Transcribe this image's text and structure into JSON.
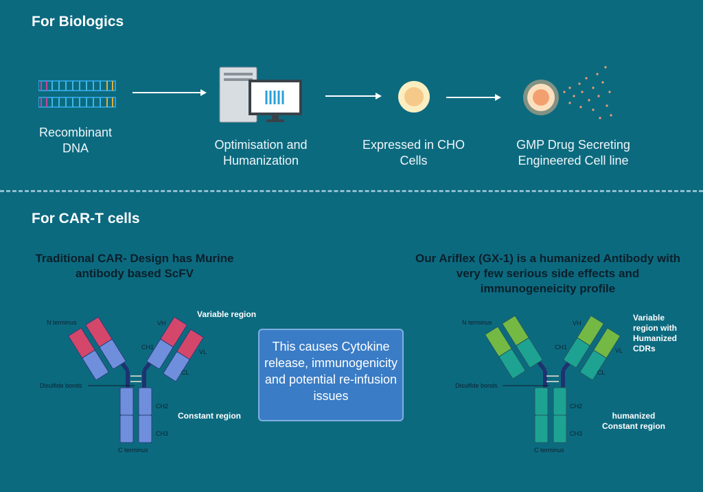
{
  "biologics": {
    "title": "For Biologics",
    "steps": [
      {
        "label": "Recombinant DNA"
      },
      {
        "label": "Optimisation and Humanization"
      },
      {
        "label": "Expressed in CHO Cells"
      },
      {
        "label": "GMP Drug Secreting Engineered Cell line"
      }
    ]
  },
  "cart": {
    "title": "For CAR-T cells",
    "left": {
      "title": "Traditional CAR- Design has Murine antibody based ScFV",
      "variable": "Variable region",
      "constant": "Constant region"
    },
    "middle": {
      "text": "This causes Cytokine release, immunogenicity and potential re-infusion issues"
    },
    "right": {
      "title": "Our Ariflex (GX-1) is a humanized Antibody with very few serious side effects and immunogeneicity profile",
      "variable": "Variable region with Humanized CDRs",
      "constant": "humanized Constant region"
    },
    "antibody_labels": {
      "n": "N terminus",
      "c": "C terminus",
      "ds": "Disulfide bonds",
      "vh": "VH",
      "vl": "VL",
      "ch1": "CH1",
      "cl": "CL",
      "ch2": "CH2",
      "ch3": "CH3"
    }
  },
  "colors": {
    "bg": "#0c6a7f",
    "murine_var": "#d5476a",
    "murine_const": "#6f8fdc",
    "human_var": "#74b944",
    "human_const": "#1ea393"
  }
}
